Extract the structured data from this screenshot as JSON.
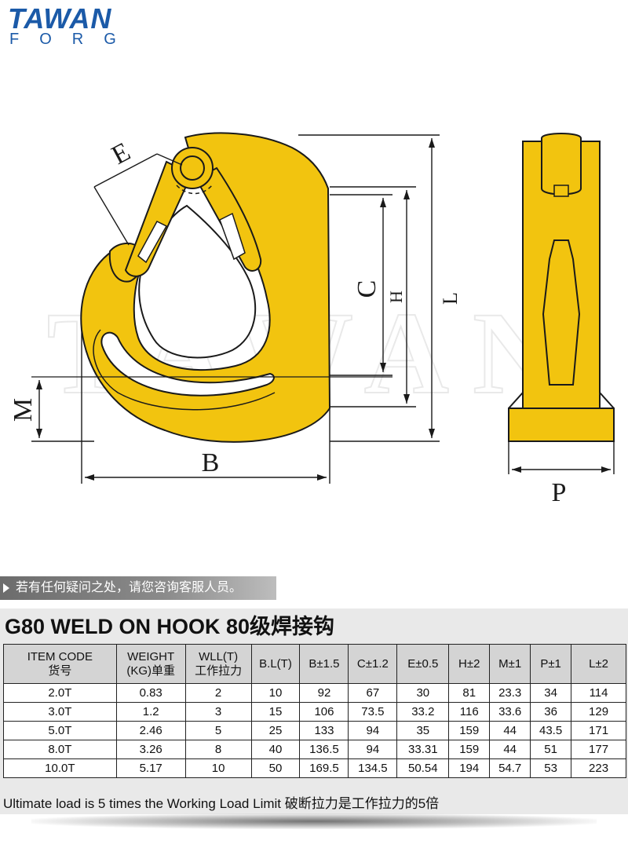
{
  "logo": {
    "top": "TAWAN",
    "bottom": "FORG"
  },
  "watermark": "TAWAN",
  "diagram_labels": {
    "E": "E",
    "C": "C",
    "H": "H",
    "L": "L",
    "M": "M",
    "B": "B",
    "P": "P"
  },
  "notice": "若有任何疑问之处，请您咨询客服人员。",
  "title": "G80 WELD ON HOOK 80级焊接钩",
  "table": {
    "headers": [
      [
        "ITEM CODE",
        "货号"
      ],
      [
        "WEIGHT",
        "(KG)单重"
      ],
      [
        "WLL(T)",
        "工作拉力"
      ],
      [
        "B.L(T)"
      ],
      [
        "B±1.5"
      ],
      [
        "C±1.2"
      ],
      [
        "E±0.5"
      ],
      [
        "H±2"
      ],
      [
        "M±1"
      ],
      [
        "P±1"
      ],
      [
        "L±2"
      ]
    ],
    "rows": [
      [
        "2.0T",
        "0.83",
        "2",
        "10",
        "92",
        "67",
        "30",
        "81",
        "23.3",
        "34",
        "114"
      ],
      [
        "3.0T",
        "1.2",
        "3",
        "15",
        "106",
        "73.5",
        "33.2",
        "116",
        "33.6",
        "36",
        "129"
      ],
      [
        "5.0T",
        "2.46",
        "5",
        "25",
        "133",
        "94",
        "35",
        "159",
        "44",
        "43.5",
        "171"
      ],
      [
        "8.0T",
        "3.26",
        "8",
        "40",
        "136.5",
        "94",
        "33.31",
        "159",
        "44",
        "51",
        "177"
      ],
      [
        "10.0T",
        "5.17",
        "10",
        "50",
        "169.5",
        "134.5",
        "50.54",
        "194",
        "54.7",
        "53",
        "223"
      ]
    ]
  },
  "footer_note": "Ultimate load is 5 times the Working Load Limit 破断拉力是工作拉力的5倍",
  "colors": {
    "hook_yellow": "#f2c40f",
    "logo_blue": "#1b5aa8",
    "outline": "#1a1a1a"
  }
}
